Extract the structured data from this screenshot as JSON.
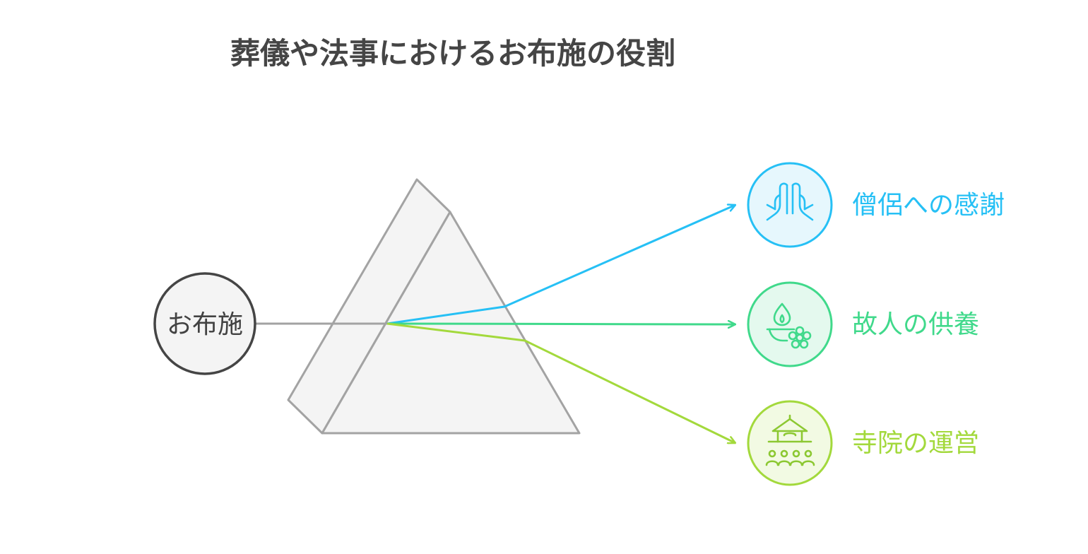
{
  "title": "葬儀や法事におけるお布施の役割",
  "source": {
    "label": "お布施"
  },
  "outputs": [
    {
      "label": "僧侶への感謝",
      "color": "#26c0f5",
      "fill": "#e6f7fd",
      "icon": "praying-hands-icon"
    },
    {
      "label": "故人の供養",
      "color": "#40d98b",
      "fill": "#e4f9ee",
      "icon": "incense-flower-icon"
    },
    {
      "label": "寺院の運営",
      "color": "#a3d93c",
      "fill": "#f2fae3",
      "icon": "temple-community-icon"
    }
  ],
  "colors": {
    "prism_stroke": "#a3a3a3",
    "prism_fill": "#f4f4f4",
    "source_stroke": "#454545",
    "source_fill": "#f4f4f4",
    "title": "#454545"
  }
}
